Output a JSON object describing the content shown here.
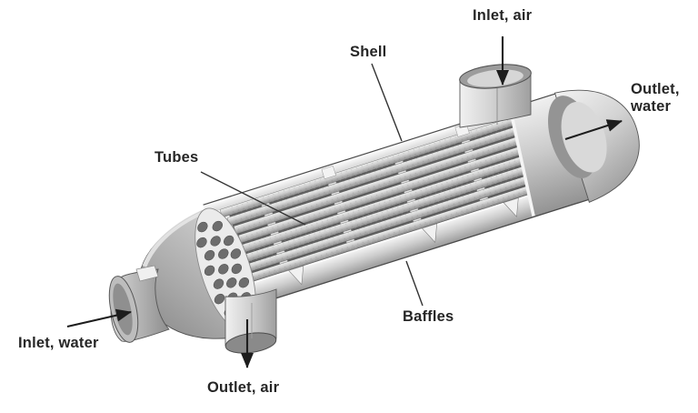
{
  "diagram": {
    "type": "cutaway-technical-illustration",
    "subject": "Shell-and-tube heat exchanger",
    "labels": {
      "inlet_air": "Inlet, air",
      "shell": "Shell",
      "outlet_water_line1": "Outlet,",
      "outlet_water_line2": "water",
      "tubes": "Tubes",
      "baffles": "Baffles",
      "inlet_water": "Inlet, water",
      "outlet_air": "Outlet, air"
    },
    "colors": {
      "background": "#ffffff",
      "text": "#262626",
      "arrow": "#1d1d1d",
      "outline": "#4a4a4a",
      "metal_highlight": "#f4f4f4",
      "metal_light": "#d9d9d9",
      "metal_mid": "#b5b5b5",
      "metal_dark": "#8c8c8c",
      "cut_face": "#949494",
      "hole": "#6d6d6d"
    }
  }
}
